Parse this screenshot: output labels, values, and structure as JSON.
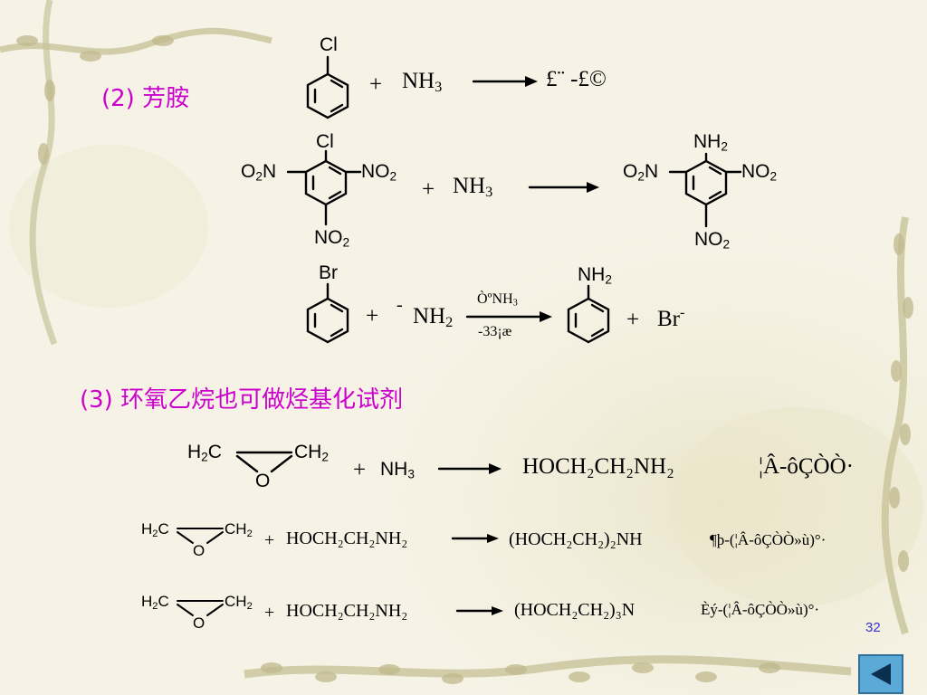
{
  "headings": {
    "h2": "(2) 芳胺",
    "h3": "(3) 环氧乙烷也可做烃基化试剂"
  },
  "reaction1": {
    "reactant_sub": "Cl",
    "plus": "+",
    "reagent": "NH",
    "reagent_sub": "3",
    "product_garbled": "£¨ -£©"
  },
  "reaction2": {
    "reactant_top": "Cl",
    "o2n": "O",
    "o2n_sub": "2",
    "o2n_n": "N",
    "no2": "NO",
    "no2_sub": "2",
    "plus": "+",
    "reagent": "NH",
    "reagent_sub": "3",
    "product_top": "NH",
    "product_top_sub": "2"
  },
  "reaction3": {
    "reactant_top": "Br",
    "plus": "+",
    "minus": "-",
    "reagent": "NH",
    "reagent_sub": "2",
    "cond_above": "ÒºNH",
    "cond_above_sub": "3",
    "cond_below": "-33¡æ",
    "product_top": "NH",
    "product_top_sub": "2",
    "plus2": "+",
    "byproduct": "Br",
    "byproduct_sup": "-"
  },
  "epoxide": {
    "h2c": "H",
    "h2c_sub": "2",
    "h2c_c": "C",
    "ch2": "CH",
    "ch2_sub": "2",
    "o": "O"
  },
  "reaction4": {
    "plus": "+",
    "reagent": "NH",
    "reagent_sub": "3",
    "product": "HOCH₂CH₂NH₂",
    "product_name": "¦Â-ôÇÒÒ·"
  },
  "reaction5": {
    "plus": "+",
    "reagent": "HOCH₂CH₂NH₂",
    "product": "(HOCH₂CH₂)₂NH",
    "product_name": "¶þ-(¦Â-ôÇÒÒ»ù)°·"
  },
  "reaction6": {
    "plus": "+",
    "reagent": "HOCH₂CH₂NH₂",
    "product": "(HOCH₂CH₂)₃N",
    "product_name": "Èý-(¦Â-ôÇÒÒ»ù)°·"
  },
  "page_number": "32",
  "colors": {
    "heading": "#cc00cc",
    "page_number": "#3333cc",
    "nav_button": "#5aa9d6"
  },
  "nav_icon": "triangle-left-icon"
}
